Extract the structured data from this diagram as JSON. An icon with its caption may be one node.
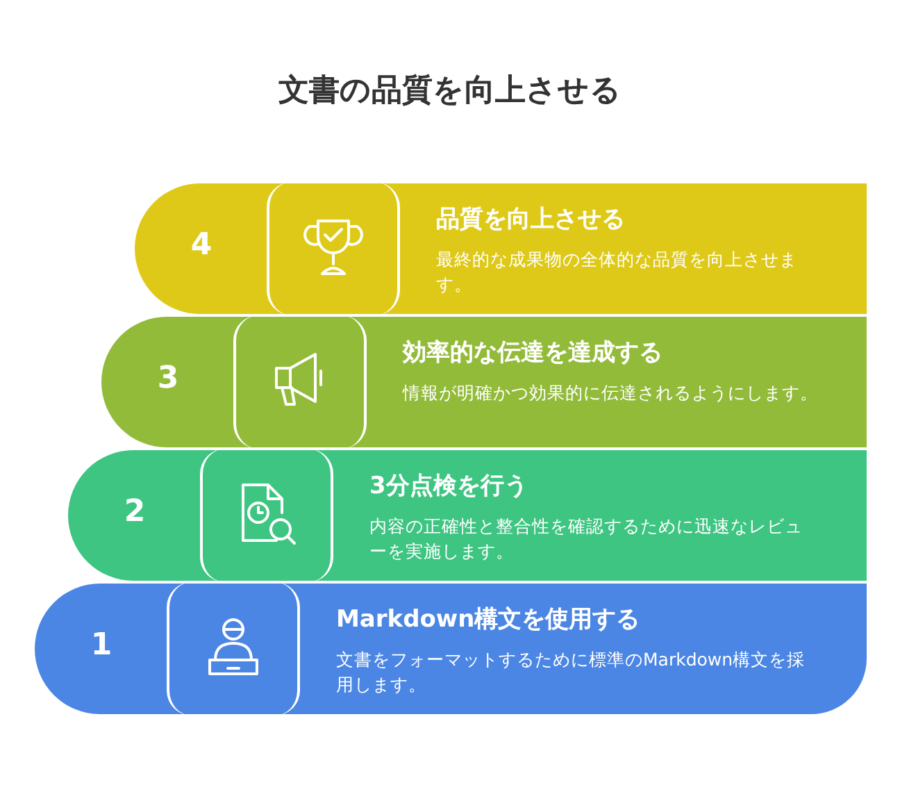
{
  "diagram": {
    "title": "文書の品質を向上させる",
    "nodes": [
      {
        "text": [
          "4",
          "品質を向上させる",
          "最終的な成果物の全体的な品質を向上させます。"
        ]
      },
      {
        "text": [
          "3",
          "効率的な伝達を達成する",
          "情報が明確かつ効果的に伝達されるようにします。"
        ]
      },
      {
        "text": [
          "2",
          "3分点検を行う",
          "内容の正確性と整合性を確認するために迅速なレビューを実施します。"
        ]
      },
      {
        "text": [
          "1",
          "Markdown構文を使用する",
          "文書をフォーマットするために標準のMarkdown構文を採用します。"
        ]
      }
    ],
    "edges": []
  }
}
